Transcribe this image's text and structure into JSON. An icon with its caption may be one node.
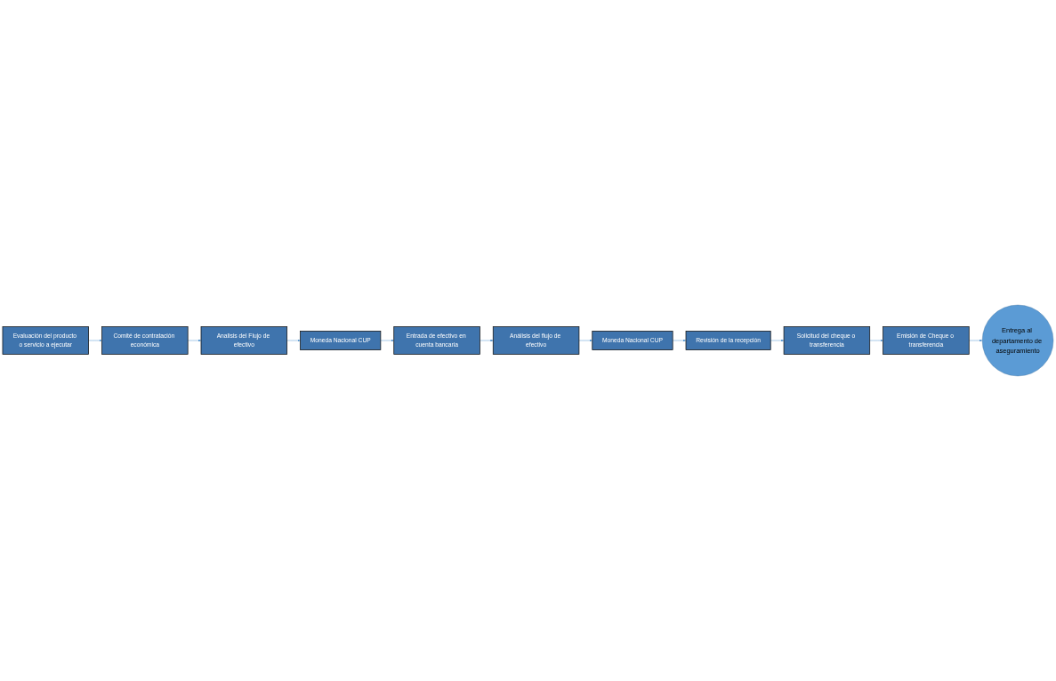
{
  "diagram": {
    "nodes": [
      {
        "text": [
          "Evaluación del producto o servicio a ejecutar"
        ]
      },
      {
        "text": [
          "Comité de contratación económica"
        ]
      },
      {
        "text": [
          "Analisis del Flujo de efectivo"
        ]
      },
      {
        "text": [
          "Moneda Nacional CUP"
        ]
      },
      {
        "text": [
          "Entrada de efectivo en cuenta bancaria"
        ]
      },
      {
        "text": [
          "Análisis del flujo de efectivo"
        ]
      },
      {
        "text": [
          "Moneda Nacional CUP"
        ]
      },
      {
        "text": [
          "Revisión de la recepción"
        ]
      },
      {
        "text": [
          "Solicitud del cheque o transferencia"
        ]
      },
      {
        "text": [
          "Emisión de Cheque o transferencia"
        ]
      },
      {
        "text": [
          "Entrega al departamento de aseguramiento"
        ]
      }
    ],
    "edges": [
      {
        "from": 0,
        "to": 1,
        "arrow": "to"
      },
      {
        "from": 1,
        "to": 2,
        "arrow": "to"
      },
      {
        "from": 2,
        "to": 3,
        "arrow": "to"
      },
      {
        "from": 3,
        "to": 4,
        "arrow": "to"
      },
      {
        "from": 4,
        "to": 5,
        "arrow": "to"
      },
      {
        "from": 5,
        "to": 6,
        "arrow": "to"
      },
      {
        "from": 6,
        "to": 7,
        "arrow": "to"
      },
      {
        "from": 7,
        "to": 8,
        "arrow": "to"
      },
      {
        "from": 8,
        "to": 9,
        "arrow": "to"
      },
      {
        "from": 9,
        "to": 10,
        "arrow": "to"
      }
    ]
  }
}
